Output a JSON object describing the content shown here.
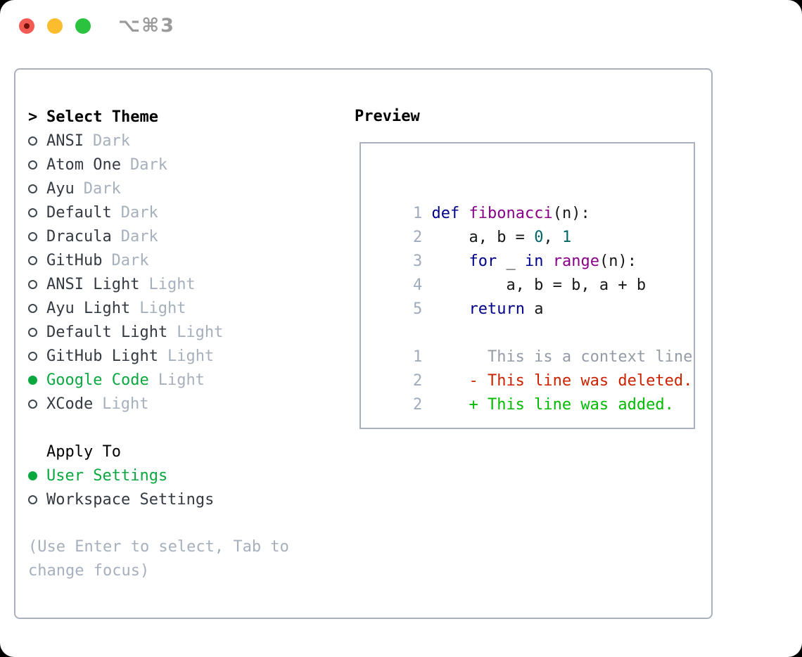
{
  "titlebar": {
    "title": "⌥⌘3",
    "close_label": "close",
    "minimize_label": "minimize",
    "zoom_label": "zoom"
  },
  "colors": {
    "traffic_red": "#f25a52",
    "traffic_yellow": "#fbbc2e",
    "traffic_green": "#2bc23e",
    "selection_green": "#0aa83f",
    "panel_border": "#a9b2bc",
    "item_text": "#343a42",
    "muted_text": "#a6b0bc",
    "line_number": "#9fabbb",
    "code_keyword": "#000088",
    "code_function": "#880088",
    "code_number": "#006666",
    "diff_deleted": "#cc2200",
    "diff_added": "#00bb00"
  },
  "theme_list": {
    "header_prefix": ">",
    "header": "Select Theme",
    "items": [
      {
        "name": "ANSI",
        "tag": "Dark",
        "selected": false
      },
      {
        "name": "Atom One",
        "tag": "Dark",
        "selected": false
      },
      {
        "name": "Ayu",
        "tag": "Dark",
        "selected": false
      },
      {
        "name": "Default",
        "tag": "Dark",
        "selected": false
      },
      {
        "name": "Dracula",
        "tag": "Dark",
        "selected": false
      },
      {
        "name": "GitHub",
        "tag": "Dark",
        "selected": false
      },
      {
        "name": "ANSI Light",
        "tag": "Light",
        "selected": false
      },
      {
        "name": "Ayu Light",
        "tag": "Light",
        "selected": false
      },
      {
        "name": "Default Light",
        "tag": "Light",
        "selected": false
      },
      {
        "name": "GitHub Light",
        "tag": "Light",
        "selected": false
      },
      {
        "name": "Google Code",
        "tag": "Light",
        "selected": true
      },
      {
        "name": "XCode",
        "tag": "Light",
        "selected": false
      }
    ]
  },
  "apply_to": {
    "header": "Apply To",
    "options": [
      {
        "name": "User Settings",
        "selected": true
      },
      {
        "name": "Workspace Settings",
        "selected": false
      }
    ]
  },
  "help_text": "(Use Enter to select, Tab to change focus)",
  "preview": {
    "header": "Preview",
    "lines": [
      {
        "num": "1",
        "segs": [
          [
            "p",
            " "
          ],
          [
            "k",
            "def"
          ],
          [
            "p",
            " "
          ],
          [
            "f",
            "fibonacci"
          ],
          [
            "p",
            "(n):"
          ]
        ]
      },
      {
        "num": "2",
        "segs": [
          [
            "p",
            "     a, b = "
          ],
          [
            "n",
            "0"
          ],
          [
            "p",
            ", "
          ],
          [
            "n",
            "1"
          ]
        ]
      },
      {
        "num": "3",
        "segs": [
          [
            "p",
            "     "
          ],
          [
            "k",
            "for"
          ],
          [
            "p",
            " _ "
          ],
          [
            "k",
            "in"
          ],
          [
            "p",
            " "
          ],
          [
            "f",
            "range"
          ],
          [
            "p",
            "(n):"
          ]
        ]
      },
      {
        "num": "4",
        "segs": [
          [
            "p",
            "         a, b = b, a + b"
          ]
        ]
      },
      {
        "num": "5",
        "segs": [
          [
            "p",
            "     "
          ],
          [
            "k",
            "return"
          ],
          [
            "p",
            " a"
          ]
        ]
      },
      {
        "num": "",
        "segs": []
      },
      {
        "num": "1",
        "segs": [
          [
            "ctx",
            "       This is a context line."
          ]
        ]
      },
      {
        "num": "2",
        "segs": [
          [
            "del",
            "     - This line was deleted."
          ]
        ]
      },
      {
        "num": "2",
        "segs": [
          [
            "add",
            "     + This line was added."
          ]
        ]
      }
    ]
  }
}
